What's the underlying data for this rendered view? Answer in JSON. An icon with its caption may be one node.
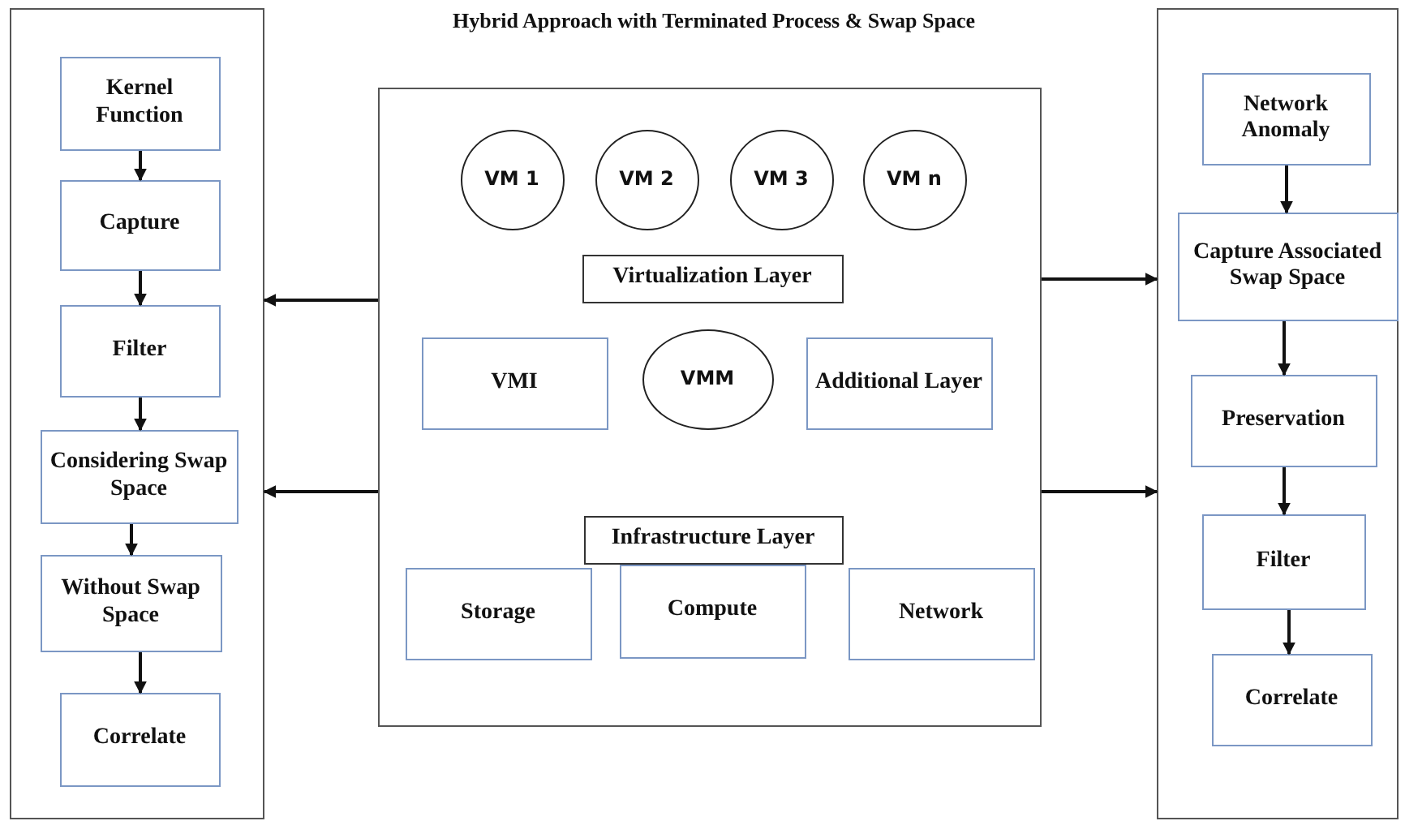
{
  "diagram": {
    "title": "Hybrid Approach with Terminated Process & Swap Space",
    "nodes": [
      {
        "text": [],
        "shape": "box"
      },
      {
        "text": [
          "Kernel Function"
        ],
        "in": 0
      },
      {
        "text": [
          "Capture"
        ],
        "in": 0
      },
      {
        "text": [
          "Filter"
        ],
        "in": 0
      },
      {
        "text": [
          "Considering Swap Space"
        ],
        "in": 0
      },
      {
        "text": [
          "Without Swap Space"
        ],
        "in": 0
      },
      {
        "text": [
          "Correlate"
        ],
        "in": 0
      },
      {
        "text": [],
        "shape": "box"
      },
      {
        "text": [
          "VM 1"
        ],
        "in": 7
      },
      {
        "text": [
          "VM 2"
        ],
        "in": 7
      },
      {
        "text": [
          "VM 3"
        ],
        "in": 7
      },
      {
        "text": [
          "VM n"
        ],
        "in": 7
      },
      {
        "text": [
          "Virtualization Layer"
        ],
        "in": 7
      },
      {
        "text": [
          "VMI"
        ],
        "in": 7
      },
      {
        "text": [
          "VMM"
        ],
        "in": 7
      },
      {
        "text": [
          "Additional Layer"
        ],
        "in": 7
      },
      {
        "text": [
          "Infrastructure Layer"
        ],
        "in": 7
      },
      {
        "text": [
          "Storage"
        ],
        "in": 7
      },
      {
        "text": [
          "Compute"
        ],
        "in": 7
      },
      {
        "text": [
          "Network"
        ],
        "in": 7
      },
      {
        "text": [],
        "shape": "box"
      },
      {
        "text": [
          "Network Anomaly"
        ],
        "in": 20
      },
      {
        "text": [
          "Capture Associated Swap Space"
        ],
        "in": 20
      },
      {
        "text": [
          "Preservation"
        ],
        "in": 20
      },
      {
        "text": [
          "Filter"
        ],
        "in": 20
      },
      {
        "text": [
          "Correlate"
        ],
        "in": 20
      }
    ],
    "edges": [
      {
        "from": 1,
        "to": 2,
        "arrow": "to"
      },
      {
        "from": 2,
        "to": 3,
        "arrow": "to"
      },
      {
        "from": 3,
        "to": 4,
        "arrow": "to"
      },
      {
        "from": 4,
        "to": 5,
        "arrow": "to"
      },
      {
        "from": 5,
        "to": 6,
        "arrow": "to"
      },
      {
        "from": 7,
        "to": 0,
        "arrow": "to"
      },
      {
        "from": 7,
        "to": 0,
        "arrow": "to"
      },
      {
        "from": 7,
        "to": 20,
        "arrow": "to"
      },
      {
        "from": 7,
        "to": 20,
        "arrow": "to"
      },
      {
        "from": 21,
        "to": 22,
        "arrow": "to"
      },
      {
        "from": 22,
        "to": 23,
        "arrow": "to"
      },
      {
        "from": 23,
        "to": 24,
        "arrow": "to"
      },
      {
        "from": 24,
        "to": 25,
        "arrow": "to"
      }
    ]
  }
}
